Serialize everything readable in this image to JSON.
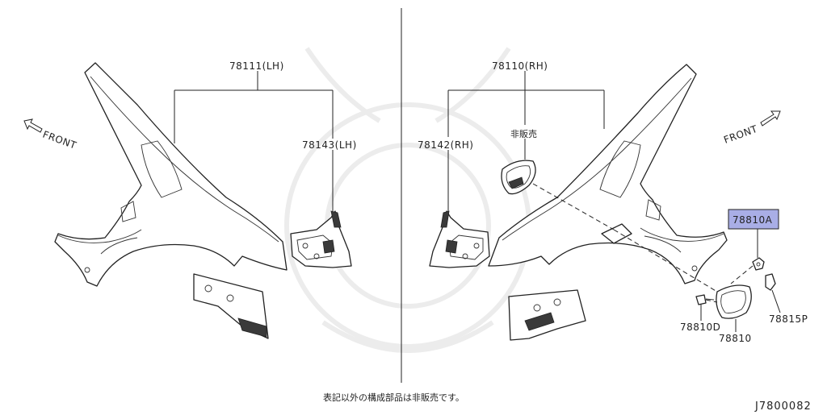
{
  "labels": {
    "part_78111": "78111(LH)",
    "part_78143": "78143(LH)",
    "part_78110": "78110(RH)",
    "part_78142": "78142(RH)",
    "not_sold_tag": "非販売",
    "part_78810A": "78810A",
    "part_78810D": "78810D",
    "part_78810": "78810",
    "part_78815P": "78815P"
  },
  "front_left": "FRONT",
  "front_right": "FRONT",
  "footer_note": "表記以外の構成部品は非販売です。",
  "diagram_code": "J7800082",
  "colors": {
    "highlight": "#a9aee6",
    "line": "#222222"
  }
}
